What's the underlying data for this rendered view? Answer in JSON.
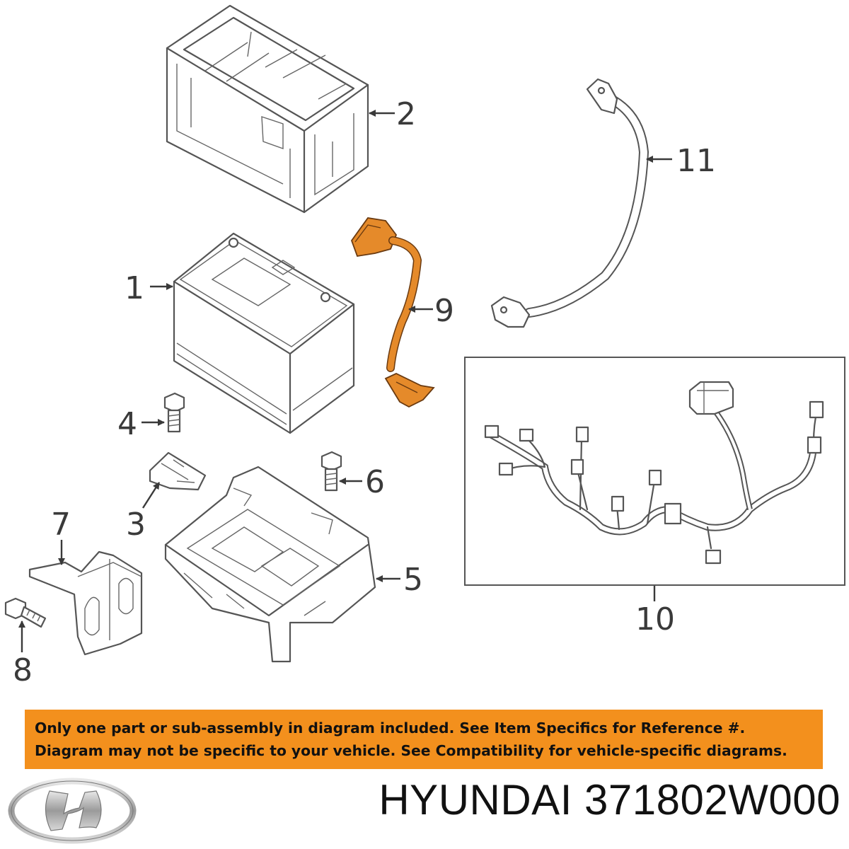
{
  "diagram": {
    "callouts": [
      "1",
      "2",
      "3",
      "4",
      "5",
      "6",
      "7",
      "8",
      "9",
      "10",
      "11"
    ],
    "highlight_color": "#e58a2a"
  },
  "notice": {
    "line1": "Only one part or sub-assembly in diagram included. See Item Specifics for Reference #.",
    "line2": "Diagram may not be specific to your vehicle. See Compatibility for vehicle-specific diagrams.",
    "background": "#f3901d"
  },
  "brand": {
    "logo": "hyundai-logo",
    "title": "HYUNDAI 371802W000"
  }
}
